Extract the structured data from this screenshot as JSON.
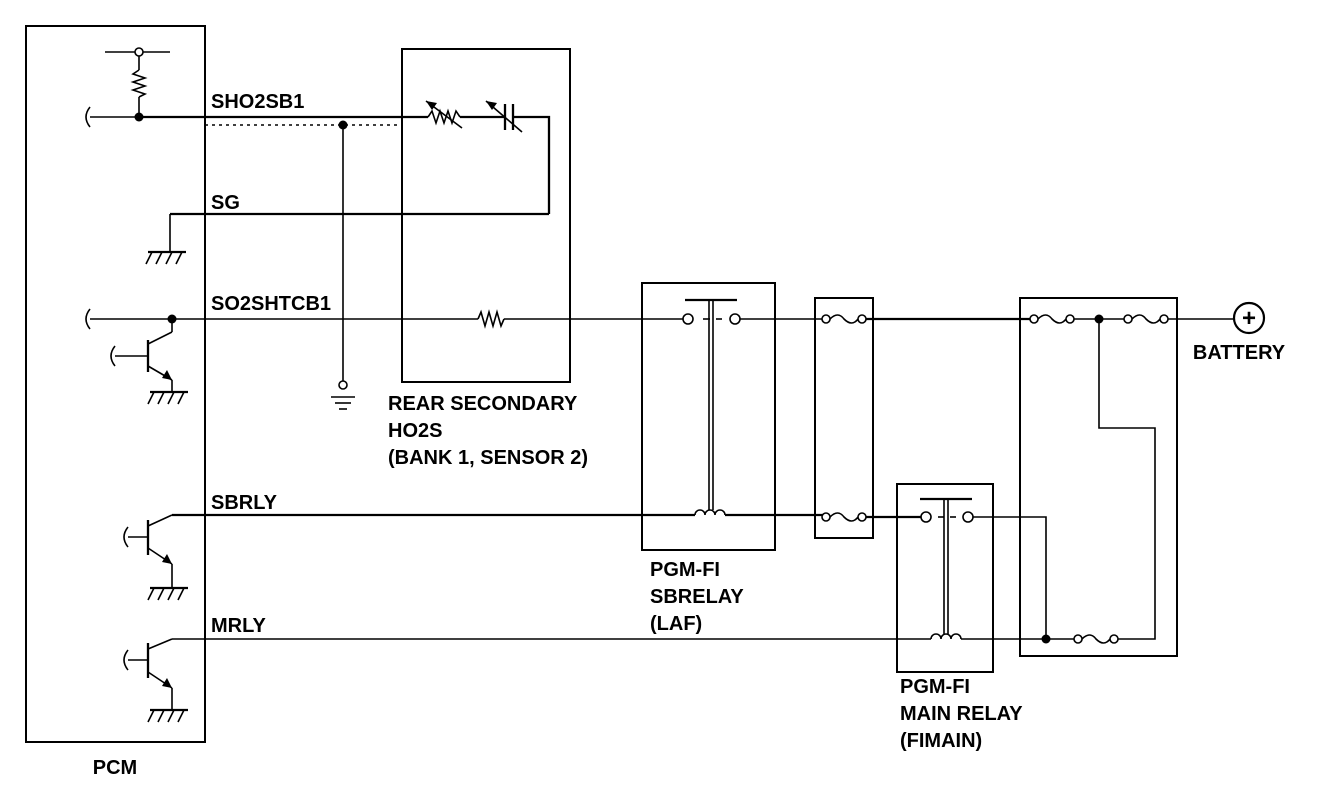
{
  "components": {
    "pcm": {
      "label": "PCM"
    },
    "rear_secondary_ho2s": {
      "label_lines": [
        "REAR SECONDARY",
        "HO2S",
        "(BANK 1, SENSOR 2)"
      ]
    },
    "pgm_fi_sbrelay": {
      "label_lines": [
        "PGM-FI",
        "SBRELAY",
        "(LAF)"
      ]
    },
    "pgm_fi_main_relay": {
      "label_lines": [
        "PGM-FI",
        "MAIN RELAY",
        "(FIMAIN)"
      ]
    },
    "battery": {
      "label": "BATTERY",
      "symbol": "+"
    }
  },
  "signals": {
    "sho2sb1": "SHO2SB1",
    "sg": "SG",
    "so2shtcb1": "SO2SHTCB1",
    "sbrly": "SBRLY",
    "mrly": "MRLY"
  }
}
